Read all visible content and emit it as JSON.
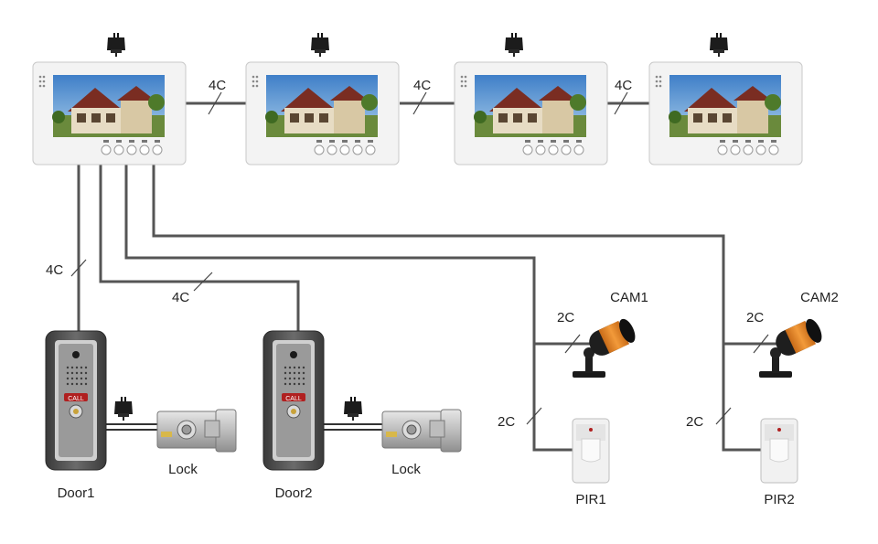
{
  "diagram": {
    "wire_labels": {
      "m1_m2": "4C",
      "m2_m3": "4C",
      "m3_m4": "4C",
      "door1": "4C",
      "door2": "4C",
      "cam1": "2C",
      "pir1": "2C",
      "cam2": "2C",
      "pir2": "2C"
    },
    "devices": {
      "door1": "Door1",
      "door2": "Door2",
      "lock1": "Lock",
      "lock2": "Lock",
      "cam1": "CAM1",
      "cam2": "CAM2",
      "pir1": "PIR1",
      "pir2": "PIR2"
    },
    "panel_button": "CALL",
    "colors": {
      "wire": "#555555",
      "monitor_body": "#f4f4f4",
      "door_panel": "#4a4a4a",
      "camera_accent": "#e8882a",
      "call_button": "#b02020"
    }
  }
}
